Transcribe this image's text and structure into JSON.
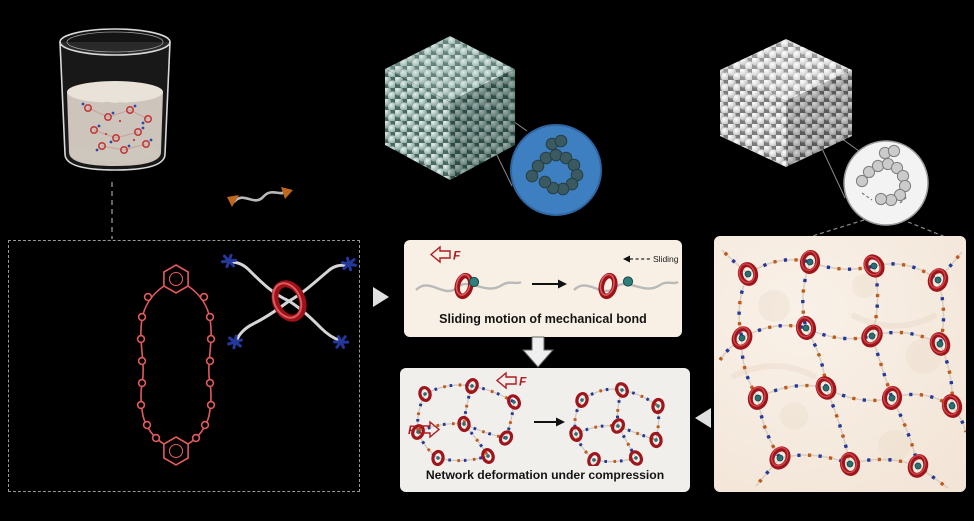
{
  "panels": {
    "sliding": {
      "caption": "Sliding motion of mechanical bond",
      "force_label": "F",
      "sliding_label": "Sliding"
    },
    "deformation": {
      "caption": "Network deformation under compression",
      "force_label_top": "F",
      "force_label_left": "F"
    }
  },
  "colors": {
    "background": "#000000",
    "ring_red": "#9e151c",
    "azide_blue": "#24379b",
    "stopper_orange": "#bf671d",
    "bead_teal": "#2f7f7c",
    "cube_teal": "#5d837b",
    "zoom_circle_blue": "#3d7fc0",
    "sliding_panel_bg": "#f8f0e4",
    "deformation_panel_bg": "#f1efec",
    "network_panel_bg": "#f6ebdf"
  },
  "icons": [
    "beaker-icon",
    "monomer-icon",
    "simulation-cube-teal-icon",
    "zoom-circle-blue-icon",
    "simulation-cube-gray-icon",
    "zoom-circle-gray-icon",
    "macrocycle-structure-icon",
    "rotaxane-crosslinker-icon",
    "arrow-right-icon",
    "arrow-down-icon",
    "arrow-left-icon",
    "force-arrow-icon",
    "sliding-arrow-icon",
    "red-ring-icon",
    "bead-icon"
  ]
}
